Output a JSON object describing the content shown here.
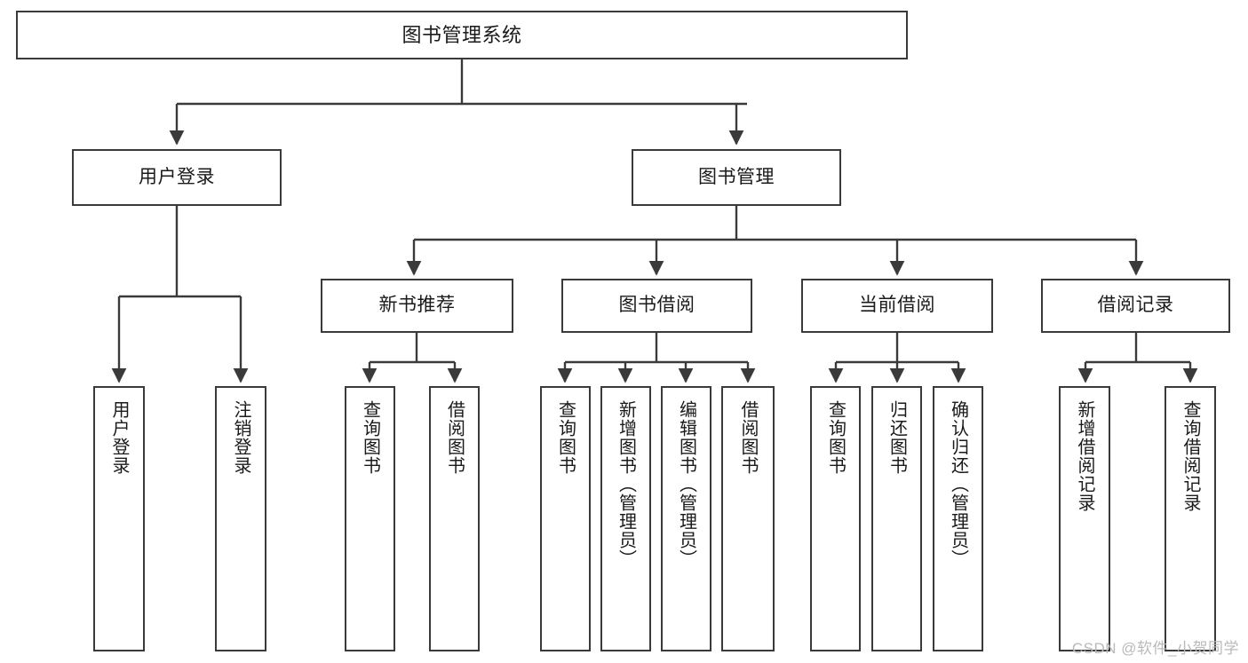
{
  "diagram": {
    "title": "图书管理系统",
    "type": "tree-hierarchy-chart",
    "colors": {
      "box_border": "#3a3a3a",
      "box_fill": "#ffffff",
      "connector": "#3a3a3a",
      "text": "#1a1a1a",
      "watermark": "#b9b9b9",
      "background": "#ffffff"
    },
    "root": {
      "label": "图书管理系统"
    },
    "level2": [
      {
        "label": "用户登录"
      },
      {
        "label": "图书管理"
      }
    ],
    "level3": [
      {
        "label": "新书推荐"
      },
      {
        "label": "图书借阅"
      },
      {
        "label": "当前借阅"
      },
      {
        "label": "借阅记录"
      }
    ],
    "leaves": {
      "user_login": [
        {
          "label": "用户登录"
        },
        {
          "label": "注销登录"
        }
      ],
      "new_book_recommend": [
        {
          "label": "查询图书"
        },
        {
          "label": "借阅图书"
        }
      ],
      "book_borrow": [
        {
          "label": "查询图书"
        },
        {
          "label": "新增图书（管理员）"
        },
        {
          "label": "编辑图书（管理员）"
        },
        {
          "label": "借阅图书"
        }
      ],
      "current_borrow": [
        {
          "label": "查询图书"
        },
        {
          "label": "归还图书"
        },
        {
          "label": "确认归还（管理员）"
        }
      ],
      "borrow_record": [
        {
          "label": "新增借阅记录"
        },
        {
          "label": "查询借阅记录"
        }
      ]
    }
  },
  "watermark": {
    "text": "CSDN @软件_小贺同学"
  }
}
